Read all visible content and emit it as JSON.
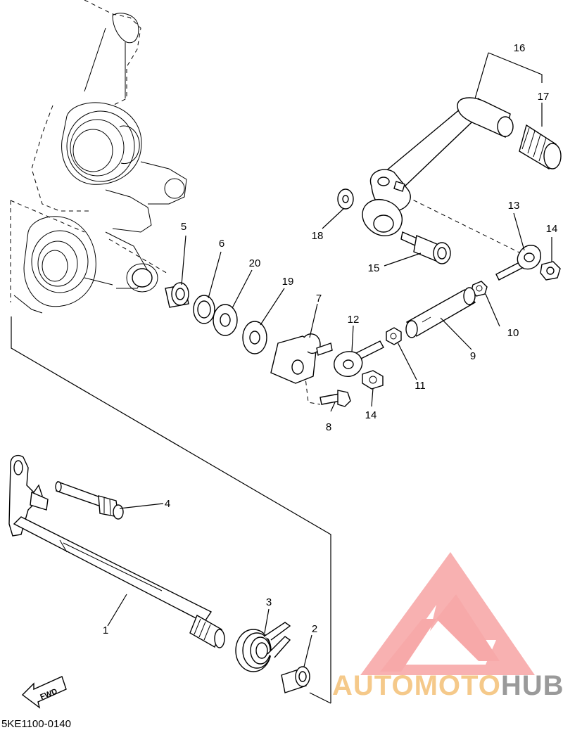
{
  "diagram_code": "5KE1100-0140",
  "fwd_label": "FWD",
  "watermark": {
    "part1": "AUTOMOTO",
    "part2": "HUB",
    "color_primary": "#f7a9a9",
    "color_secondary": "#f5c98a",
    "color_tertiary": "#9a9a9a"
  },
  "callouts": {
    "p1": "1",
    "p2": "2",
    "p3": "3",
    "p4": "4",
    "p5": "5",
    "p6": "6",
    "p7": "7",
    "p8": "8",
    "p9": "9",
    "p10": "10",
    "p11": "11",
    "p12": "12",
    "p13": "13",
    "p14a": "14",
    "p14b": "14",
    "p15": "15",
    "p16": "16",
    "p17": "17",
    "p18": "18",
    "p19": "19",
    "p20": "20"
  }
}
